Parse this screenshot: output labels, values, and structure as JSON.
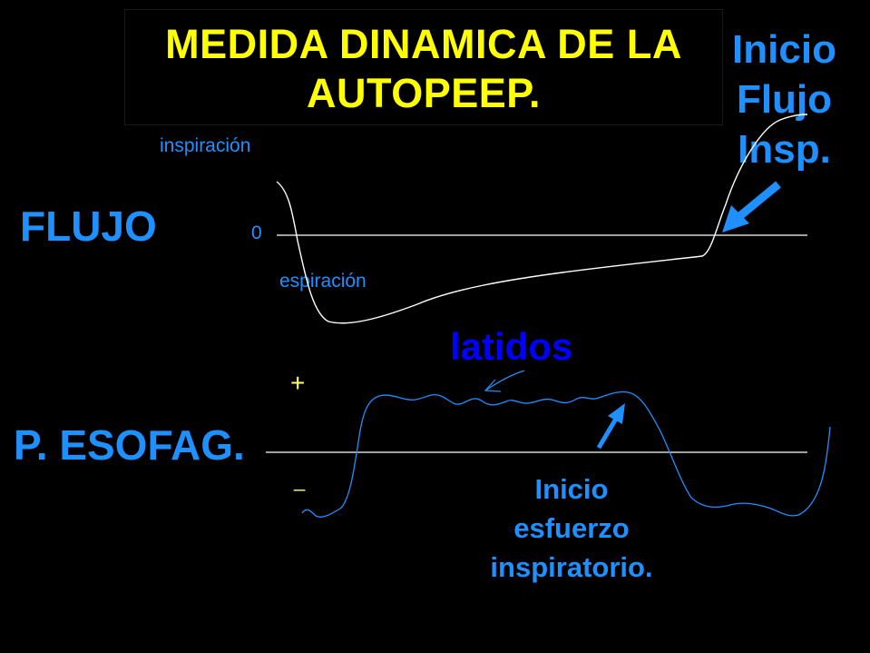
{
  "title": {
    "line1": "MEDIDA DINAMICA DE LA",
    "line2": "AUTOPEEP."
  },
  "labels": {
    "flujo": "FLUJO",
    "p_esofag": "P. ESOFAG.",
    "inspiracion": "inspiración",
    "espiracion": "espiración",
    "zero": "0",
    "plus": "+",
    "minus": "_",
    "latidos": "latidos"
  },
  "annotations": {
    "inicio_flujo": [
      "Inicio",
      "Flujo",
      "Insp."
    ],
    "inicio_esfuerzo": [
      "Inicio",
      "esfuerzo",
      "inspiratorio."
    ]
  },
  "colors": {
    "background": "#000000",
    "title": "#ffff00",
    "label_blue": "#1e90ff",
    "latidos_blue": "#0000ff",
    "trace": "#ffffff",
    "esophageal_trace": "#1e90ff",
    "axis_sign": "#ffff66"
  }
}
